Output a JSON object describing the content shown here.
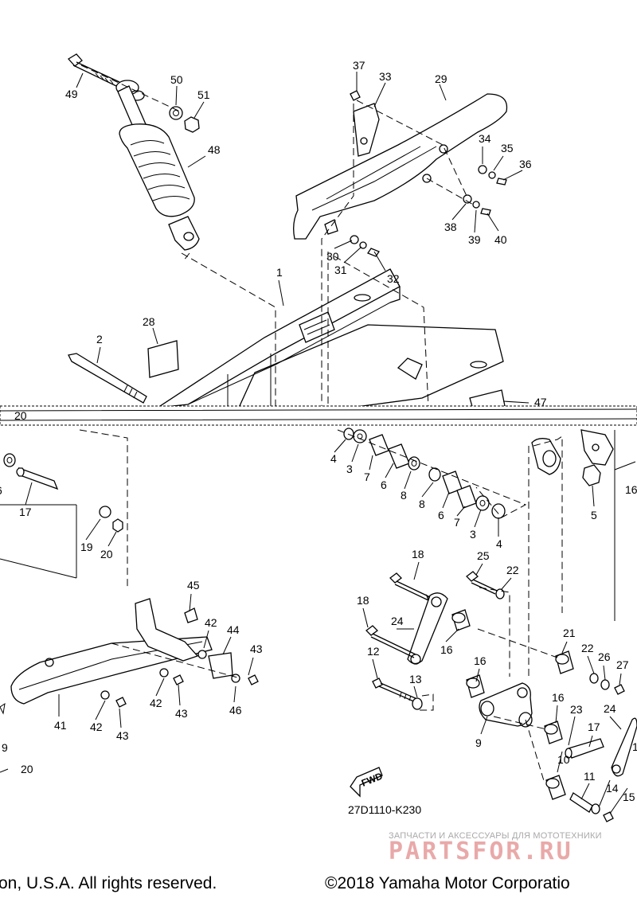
{
  "diagram": {
    "drawing_code": "27D1110-K230",
    "fwd_label": "FWD",
    "part_labels": [
      {
        "id": "49",
        "text": "49"
      },
      {
        "id": "50",
        "text": "50"
      },
      {
        "id": "51",
        "text": "51"
      },
      {
        "id": "48",
        "text": "48"
      },
      {
        "id": "37",
        "text": "37"
      },
      {
        "id": "33",
        "text": "33"
      },
      {
        "id": "29",
        "text": "29"
      },
      {
        "id": "34",
        "text": "34"
      },
      {
        "id": "35",
        "text": "35"
      },
      {
        "id": "36",
        "text": "36"
      },
      {
        "id": "38",
        "text": "38"
      },
      {
        "id": "39",
        "text": "39"
      },
      {
        "id": "40",
        "text": "40"
      },
      {
        "id": "30",
        "text": "30"
      },
      {
        "id": "31",
        "text": "31"
      },
      {
        "id": "32",
        "text": "32"
      },
      {
        "id": "1",
        "text": "1"
      },
      {
        "id": "28",
        "text": "28"
      },
      {
        "id": "2",
        "text": "2"
      },
      {
        "id": "47",
        "text": "47"
      },
      {
        "id": "20a",
        "text": "20"
      },
      {
        "id": "4a",
        "text": "4"
      },
      {
        "id": "3a",
        "text": "3"
      },
      {
        "id": "7a",
        "text": "7"
      },
      {
        "id": "6a",
        "text": "6"
      },
      {
        "id": "8a",
        "text": "8"
      },
      {
        "id": "8b",
        "text": "8"
      },
      {
        "id": "6b",
        "text": "6"
      },
      {
        "id": "7b",
        "text": "7"
      },
      {
        "id": "3b",
        "text": "3"
      },
      {
        "id": "4b",
        "text": "4"
      },
      {
        "id": "5",
        "text": "5"
      },
      {
        "id": "16a",
        "text": "16"
      },
      {
        "id": "6c",
        "text": "6"
      },
      {
        "id": "17a",
        "text": "17"
      },
      {
        "id": "19a",
        "text": "19"
      },
      {
        "id": "20b",
        "text": "20"
      },
      {
        "id": "18a",
        "text": "18"
      },
      {
        "id": "25",
        "text": "25"
      },
      {
        "id": "22a",
        "text": "22"
      },
      {
        "id": "45",
        "text": "45"
      },
      {
        "id": "42a",
        "text": "42"
      },
      {
        "id": "44",
        "text": "44"
      },
      {
        "id": "43a",
        "text": "43"
      },
      {
        "id": "18b",
        "text": "18"
      },
      {
        "id": "24a",
        "text": "24"
      },
      {
        "id": "16b",
        "text": "16"
      },
      {
        "id": "21",
        "text": "21"
      },
      {
        "id": "22b",
        "text": "22"
      },
      {
        "id": "26",
        "text": "26"
      },
      {
        "id": "27",
        "text": "27"
      },
      {
        "id": "12",
        "text": "12"
      },
      {
        "id": "16c",
        "text": "16"
      },
      {
        "id": "13",
        "text": "13"
      },
      {
        "id": "16d",
        "text": "16"
      },
      {
        "id": "23",
        "text": "23"
      },
      {
        "id": "24b",
        "text": "24"
      },
      {
        "id": "42b",
        "text": "42"
      },
      {
        "id": "43b",
        "text": "43"
      },
      {
        "id": "46",
        "text": "46"
      },
      {
        "id": "41",
        "text": "41"
      },
      {
        "id": "42c",
        "text": "42"
      },
      {
        "id": "43c",
        "text": "43"
      },
      {
        "id": "9a",
        "text": "9"
      },
      {
        "id": "20c",
        "text": "20"
      },
      {
        "id": "9b",
        "text": "9"
      },
      {
        "id": "17b",
        "text": "17"
      },
      {
        "id": "10",
        "text": "10"
      },
      {
        "id": "11",
        "text": "11"
      },
      {
        "id": "14",
        "text": "14"
      },
      {
        "id": "15",
        "text": "15"
      },
      {
        "id": "1b",
        "text": "1"
      }
    ]
  },
  "watermark": {
    "tagline": "ЗАПЧАСТИ И АКСЕССУАРЫ ДЛЯ МОТОТЕХНИКИ",
    "logo": "PARTSFOR.RU"
  },
  "footer": {
    "left_text": "on, U.S.A. All rights reserved.",
    "right_text": "©2018 Yamaha Motor Corporatio"
  }
}
